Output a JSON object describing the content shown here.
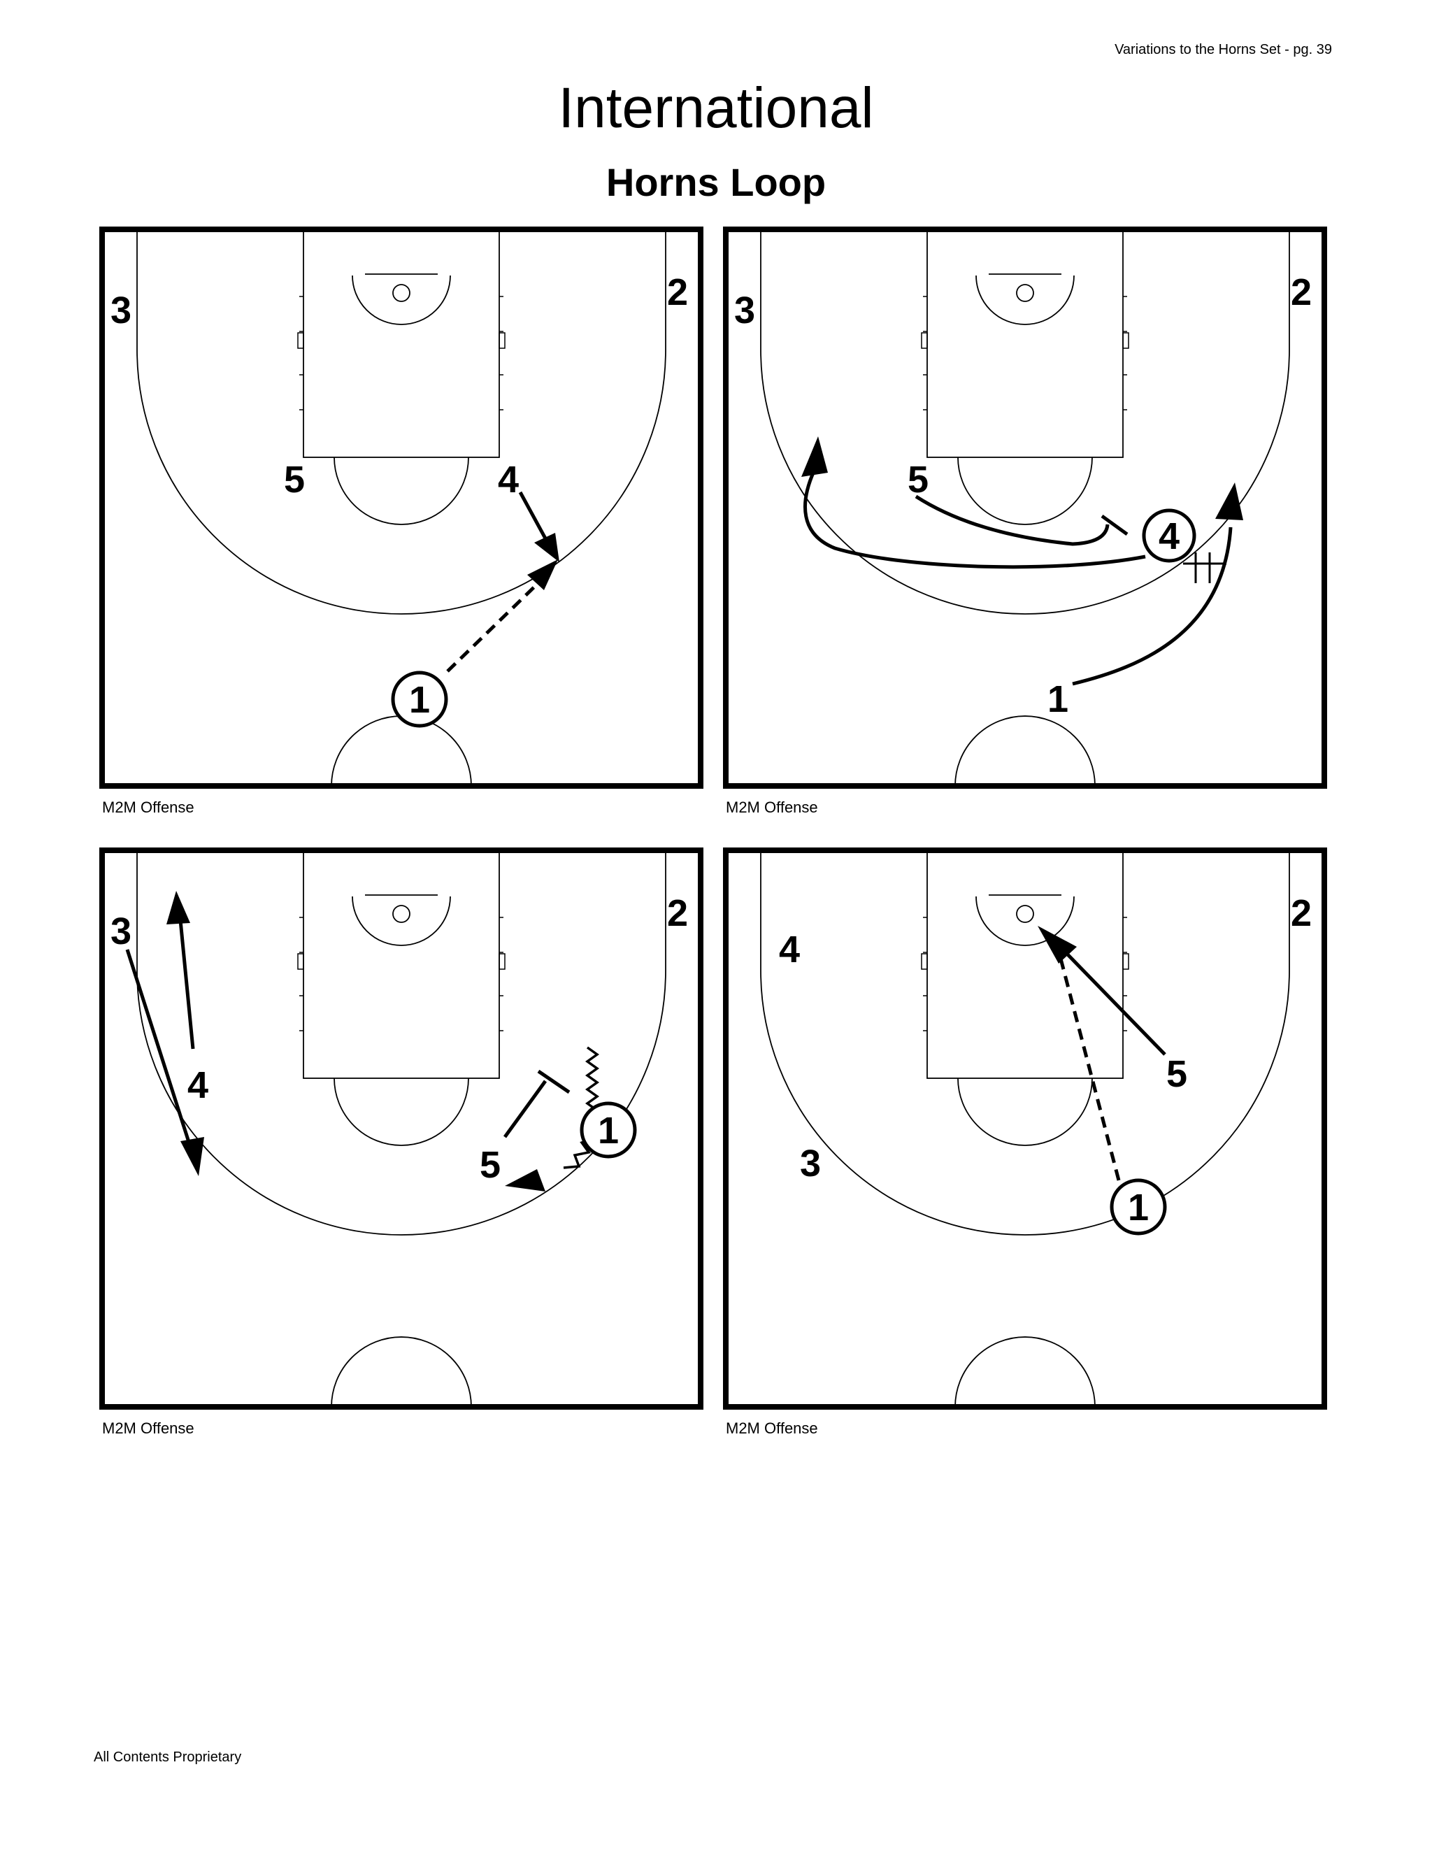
{
  "header": {
    "page_note": "Variations to the Horns Set - pg. 39"
  },
  "title": "International",
  "subtitle": "Horns Loop",
  "diagrams": [
    {
      "caption": "M2M Offense",
      "players": [
        "3",
        "2",
        "5",
        "4",
        "1"
      ]
    },
    {
      "caption": "M2M Offense",
      "players": [
        "3",
        "2",
        "5",
        "4",
        "1"
      ]
    },
    {
      "caption": "M2M Offense",
      "players": [
        "3",
        "2",
        "4",
        "5",
        "1"
      ]
    },
    {
      "caption": "M2M Offense",
      "players": [
        "4",
        "2",
        "5",
        "3",
        "1"
      ]
    }
  ],
  "footer": "All Contents Proprietary"
}
